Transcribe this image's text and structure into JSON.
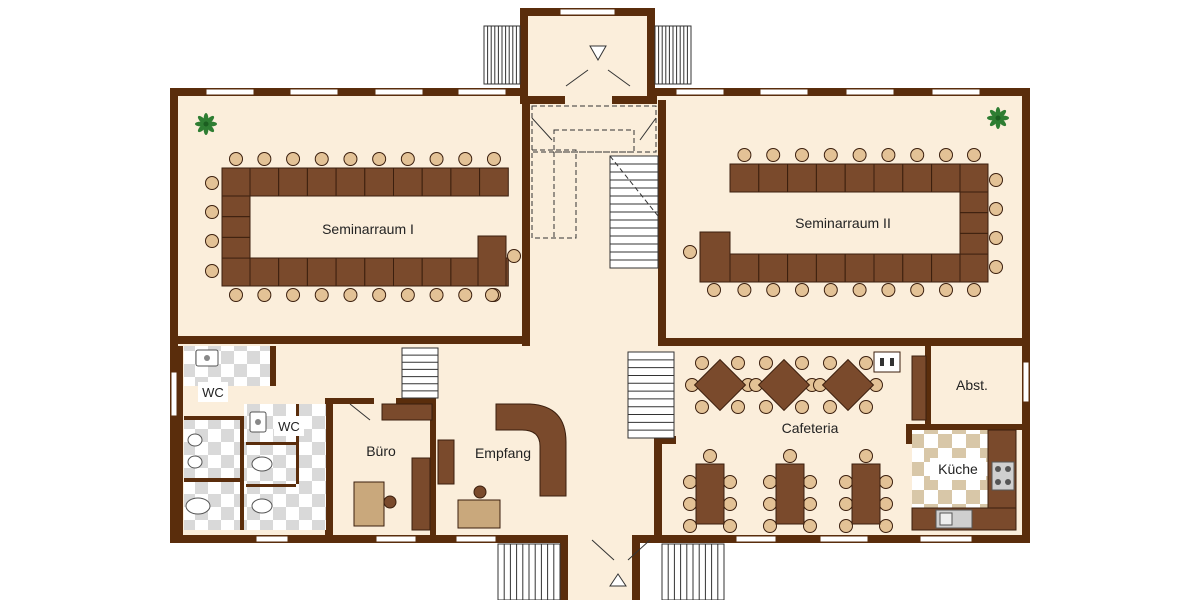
{
  "colors": {
    "wall": "#5a2d0c",
    "floor": "#fbeedb",
    "furniture": "#7a4a2c",
    "furniture_edge": "#3b1f0e",
    "chair": "#e3c296",
    "window": "#ffffff",
    "tile_light": "#ffffff",
    "tile_dark": "#d8d8d8",
    "kitchen_tile": "#d8c7a8",
    "plant": "#2e7d32"
  },
  "rooms": {
    "seminar1": "Seminarraum I",
    "seminar2": "Seminarraum II",
    "wc1": "WC",
    "wc2": "WC",
    "office": "Büro",
    "reception": "Empfang",
    "cafeteria": "Cafeteria",
    "storage": "Abst.",
    "kitchen": "Küche"
  },
  "icons": [
    "plant-icon",
    "door-arrow-icon",
    "stairs-icon",
    "sink-icon",
    "toilet-icon",
    "stove-icon"
  ]
}
